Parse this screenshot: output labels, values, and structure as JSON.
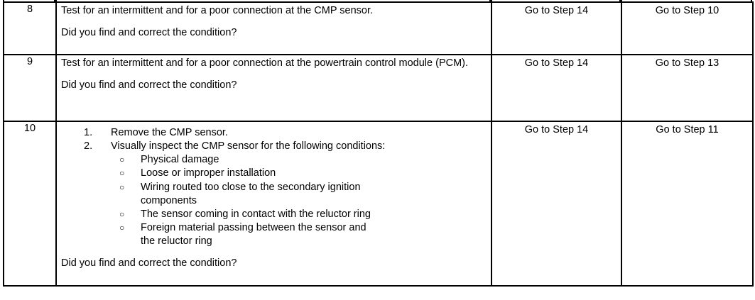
{
  "document": {
    "type": "diagnostic-procedure-table",
    "columns": {
      "step": "",
      "description": "",
      "yes": "",
      "no": ""
    }
  },
  "rows": [
    {
      "step": "8",
      "lead": "Test for an intermittent and for a poor connection at the CMP sensor.",
      "question": "Did you find and correct the condition?",
      "yes": "Go to Step 14",
      "no": "Go to Step 10"
    },
    {
      "step": "9",
      "lead": "Test for an intermittent and for a poor connection at the powertrain control module (PCM).",
      "question": "Did you find and correct the condition?",
      "yes": "Go to Step 14",
      "no": "Go to Step 13"
    },
    {
      "step": "10",
      "list": [
        {
          "marker": "1.",
          "text": "Remove the CMP sensor."
        },
        {
          "marker": "2.",
          "text": "Visually inspect the CMP sensor for the following conditions:"
        }
      ],
      "sublist": [
        {
          "marker": "○",
          "text": "Physical damage"
        },
        {
          "marker": "○",
          "text": "Loose or improper installation"
        },
        {
          "marker": "○",
          "text": "Wiring routed too close to the secondary ignition components"
        },
        {
          "marker": "○",
          "text": "The sensor coming in contact with the reluctor ring"
        },
        {
          "marker": "○",
          "text": "Foreign material passing between the sensor and the reluctor ring"
        }
      ],
      "question": "Did you find and correct the condition?",
      "yes": "Go to Step 14",
      "no": "Go to Step 11"
    }
  ]
}
